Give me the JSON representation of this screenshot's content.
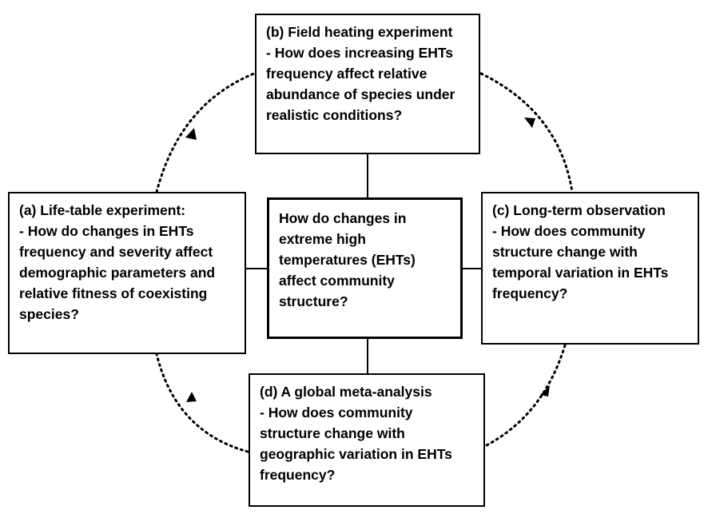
{
  "center": {
    "question": "How do changes in extreme high temperatures (EHTs) affect community structure?"
  },
  "boxes": {
    "a": {
      "title": "(a) Life-table experiment:",
      "question": "- How do changes in EHTs frequency and severity affect demographic parameters and relative fitness of coexisting species?"
    },
    "b": {
      "title": "(b) Field heating experiment",
      "question": "- How does increasing EHTs frequency affect relative abundance of species under realistic conditions?"
    },
    "c": {
      "title": "(c) Long-term observation",
      "question": "- How does community structure change with temporal variation in EHTs frequency?"
    },
    "d": {
      "title": "(d) A global meta-analysis",
      "question": "- How does community structure change with geographic variation in EHTs frequency?"
    }
  },
  "colors": {
    "line": "#000000",
    "background": "#ffffff"
  }
}
